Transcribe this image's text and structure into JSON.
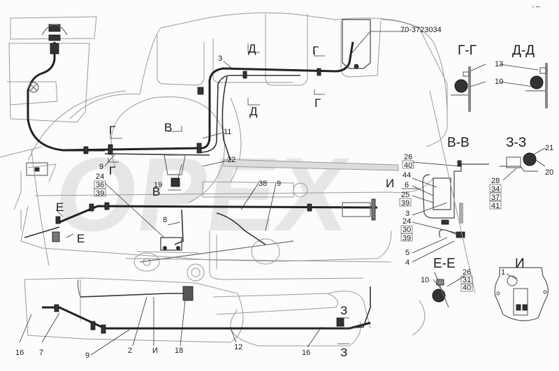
{
  "watermark": "OPEX",
  "corner_mark": "↗ •••",
  "part_number": "70-3723034",
  "sections": {
    "g_g": "Г-Г",
    "d_d": "Д-Д",
    "v_v": "В-В",
    "z_z": "З-З",
    "e_e": "Е-Е",
    "i": "И"
  },
  "section_marks": {
    "g": "Г",
    "d": "Д",
    "v": "В",
    "e": "Е",
    "z": "З",
    "i": "И"
  },
  "callouts": {
    "c3_top": "3",
    "c11": "11",
    "c22": "22",
    "c9_left": "9",
    "c19": "19",
    "c38": "38",
    "c9_mid": "9",
    "c8": "8",
    "c16_left": "16",
    "c7": "7",
    "c9_bottom": "9",
    "c2": "2",
    "c_i_bottom": "И",
    "c18": "18",
    "c12": "12",
    "c16_bottom": "16",
    "gg_13": "13",
    "gg_10": "10",
    "vv_44": "44",
    "vv_6": "6",
    "vv_3": "3",
    "vv_5": "5",
    "vv_4": "4",
    "zz_21": "21",
    "zz_20": "20",
    "ee_10": "10",
    "i_1": "1"
  },
  "stacks": {
    "left_24": [
      "24",
      "36",
      "39"
    ],
    "vv_26": [
      "26",
      "40"
    ],
    "vv_25": [
      "25",
      "39"
    ],
    "vv_24": [
      "24",
      "30",
      "39"
    ],
    "zz_28": [
      "28",
      "34",
      "37",
      "41"
    ],
    "ee_26": [
      "26",
      "31",
      "40"
    ]
  }
}
